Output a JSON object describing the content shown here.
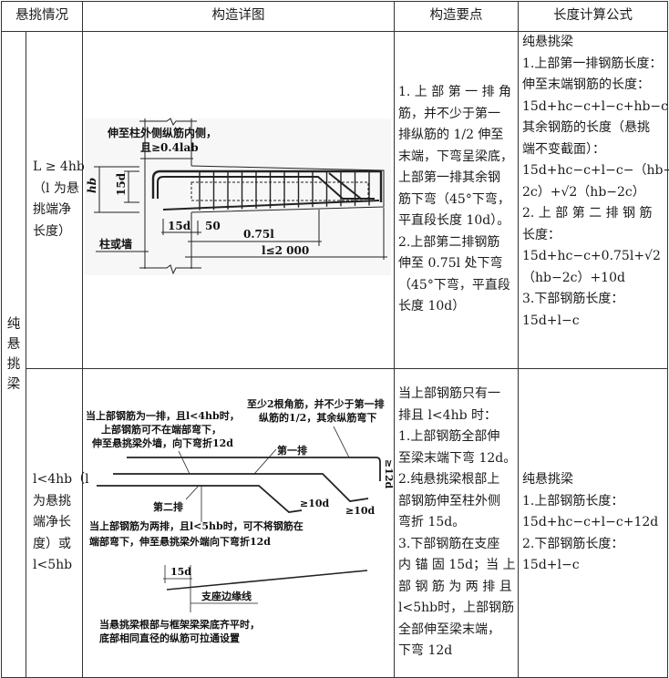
{
  "headers": [
    "悬挑情况",
    "构造详图",
    "构造要点",
    "长度计算公式"
  ],
  "category": "纯悬挑梁",
  "row1": {
    "condition": [
      "L ≥ 4hb",
      "（l 为悬",
      "挑端净",
      "长度）"
    ],
    "figure": {
      "note_line1": "伸至柱外侧纵筋内侧，",
      "note_line2": "且≥0.4lab",
      "hb": "hb",
      "dim_15d_v": "15d",
      "dim_15d_h": "15d",
      "dim_50": "50",
      "dim_075l": "0.75l",
      "dim_l": "l≤2 000",
      "support": "柱或墙"
    },
    "points": [
      "1. 上 部 第 一 排 角",
      "筋，并不少于第一",
      "排纵筋的 1/2 伸至",
      "末端，下弯呈梁底，",
      "上部第一排其余钢",
      "筋下弯（45°下弯，",
      "平直段长度 10d）。",
      "2.上部第二排钢筋",
      "伸至 0.75l 处下弯",
      "（45°下弯，平直段",
      "长度 10d）"
    ],
    "formula": [
      "纯悬挑梁",
      "1.上部第一排钢筋长度：",
      "伸至末端钢筋的长度：",
      "15d+hc−c+l−c+hb−c",
      "其余钢筋的长度（悬挑",
      "端不变截面）：",
      "15d+hc−c+l−c−（hb−",
      "2c）+√2（hb−2c）",
      "2. 上 部 第 二 排 钢 筋",
      "长度：",
      "15d+hc−c+0.75l+√2",
      "（hb−2c）+10d",
      "3.下部钢筋长度：",
      "15d+l−c"
    ]
  },
  "row2": {
    "condition": [
      "l<4hb（l",
      "为悬挑",
      "端净长",
      "度）或",
      "l<5hb"
    ],
    "figure": {
      "note_a1": "当上部钢筋为一排，且l<4hb时，",
      "note_a2": "上部钢筋可不在端部弯下，",
      "note_a3": "伸至悬挑梁外墙，向下弯折12d",
      "note_b1": "至少2根角筋，并不少于第一排",
      "note_b2": "纵筋的1/2，其余纵筋弯下",
      "row1_label": "第一排",
      "row2_label": "第二排",
      "dim_12d": "≥12d",
      "dim_10d_a": "≥10d",
      "dim_10d_b": "≥10d",
      "note_c1": "当上部钢筋为两排，且l<5hb时，可不将钢筋在",
      "note_c2": "端部弯下，伸至悬挑梁外端向下弯折12d",
      "dim_15d": "15d",
      "support_edge": "支座边缘线",
      "note_d1": "当悬挑梁根部与框架梁梁底齐平时，",
      "note_d2": "底部相同直径的纵筋可拉通设置"
    },
    "points": [
      "当上部钢筋只有一",
      "排且 l<4hb 时：",
      "1.上部钢筋全部伸",
      "至梁末端下弯 12d。",
      "2.纯悬挑梁根部上",
      "部钢筋伸至柱外侧",
      "弯折 15d。",
      "3.下部钢筋在支座",
      "内 锚 固 15d；当 上",
      "部 钢 筋 为 两 排 且",
      "l<5hb时，上部钢筋",
      "全部伸至梁末端，",
      "下弯 12d"
    ],
    "formula": [
      "纯悬挑梁",
      "1.上部钢筋长度：",
      "15d+hc−c+l−c+12d",
      "2.下部钢筋长度：",
      "15d+l−c"
    ]
  }
}
